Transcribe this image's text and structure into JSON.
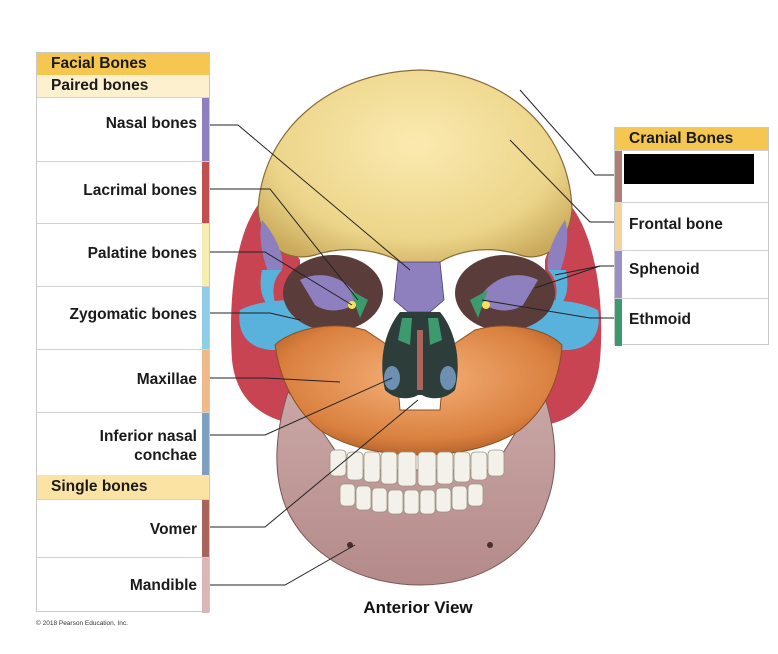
{
  "facial": {
    "header": "Facial Bones",
    "paired_header": "Paired bones",
    "paired": [
      {
        "label": "Nasal bones",
        "color": "#8e7fbf"
      },
      {
        "label": "Lacrimal bones",
        "color": "#c0504d"
      },
      {
        "label": "Palatine bones",
        "color": "#f6eeb0"
      },
      {
        "label": "Zygomatic bones",
        "color": "#8fcde6"
      },
      {
        "label": "Maxillae",
        "color": "#f0b98a"
      },
      {
        "label_line1": "Inferior nasal",
        "label_line2": "conchae",
        "color": "#7e9fbf"
      }
    ],
    "single_header": "Single bones",
    "single": [
      {
        "label": "Vomer",
        "color": "#a9645c"
      },
      {
        "label": "Mandible",
        "color": "#d8b7b4"
      }
    ]
  },
  "cranial": {
    "header": "Cranial Bones",
    "items": [
      {
        "label": "",
        "redacted": true,
        "color": "#b07e74"
      },
      {
        "label": "Frontal bone",
        "color": "#f3d39a"
      },
      {
        "label": "Sphenoid",
        "color": "#9a8fc8"
      },
      {
        "label": "Ethmoid",
        "color": "#3d9a6e"
      }
    ]
  },
  "view_title": "Anterior View",
  "copyright": "© 2018 Pearson Education, Inc."
}
